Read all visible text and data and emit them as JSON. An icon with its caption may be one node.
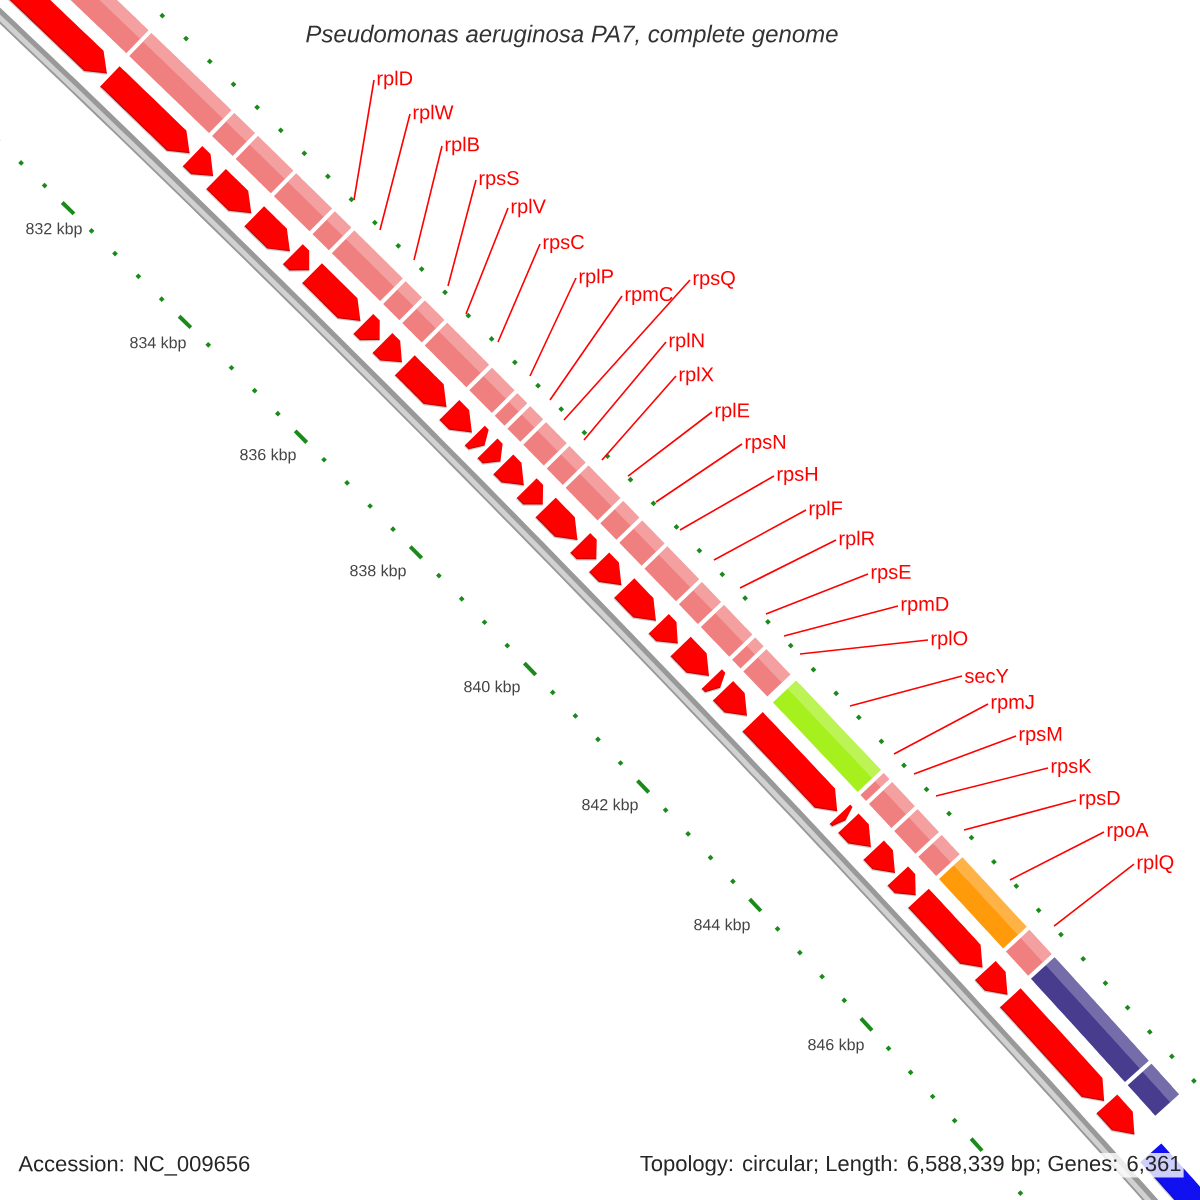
{
  "diagram": {
    "title": "Pseudomonas aeruginosa PA7, complete genome",
    "nodes": [
      {
        "text": [
          "rplD"
        ]
      },
      {
        "text": [
          "rplW"
        ]
      },
      {
        "text": [
          "rplB"
        ]
      },
      {
        "text": [
          "rpsS"
        ]
      },
      {
        "text": [
          "rplV"
        ]
      },
      {
        "text": [
          "rpsC"
        ]
      },
      {
        "text": [
          "rplP"
        ]
      },
      {
        "text": [
          "rpmC"
        ]
      },
      {
        "text": [
          "rpsQ"
        ]
      },
      {
        "text": [
          "rplN"
        ]
      },
      {
        "text": [
          "rplX"
        ]
      },
      {
        "text": [
          "rplE"
        ]
      },
      {
        "text": [
          "rpsN"
        ]
      },
      {
        "text": [
          "rpsH"
        ]
      },
      {
        "text": [
          "rplF"
        ]
      },
      {
        "text": [
          "rplR"
        ]
      },
      {
        "text": [
          "rpsE"
        ]
      },
      {
        "text": [
          "rpmD"
        ]
      },
      {
        "text": [
          "rplO"
        ]
      },
      {
        "text": [
          "secY"
        ]
      },
      {
        "text": [
          "rpmJ"
        ]
      },
      {
        "text": [
          "rpsM"
        ]
      },
      {
        "text": [
          "rpsK"
        ]
      },
      {
        "text": [
          "rpsD"
        ]
      },
      {
        "text": [
          "rpoA"
        ]
      },
      {
        "text": [
          "rplQ"
        ]
      }
    ],
    "edges": [
      {
        "from": 0,
        "to": null,
        "arrow": "none"
      },
      {
        "from": 1,
        "to": null,
        "arrow": "none"
      },
      {
        "from": 2,
        "to": null,
        "arrow": "none"
      },
      {
        "from": 3,
        "to": null,
        "arrow": "none"
      },
      {
        "from": 4,
        "to": null,
        "arrow": "none"
      },
      {
        "from": 5,
        "to": null,
        "arrow": "none"
      },
      {
        "from": 6,
        "to": null,
        "arrow": "none"
      },
      {
        "from": 7,
        "to": null,
        "arrow": "none"
      },
      {
        "from": 8,
        "to": null,
        "arrow": "none"
      },
      {
        "from": 9,
        "to": null,
        "arrow": "none"
      },
      {
        "from": 10,
        "to": null,
        "arrow": "none"
      },
      {
        "from": 11,
        "to": null,
        "arrow": "none"
      },
      {
        "from": 12,
        "to": null,
        "arrow": "none"
      },
      {
        "from": 13,
        "to": null,
        "arrow": "none"
      },
      {
        "from": 14,
        "to": null,
        "arrow": "none"
      },
      {
        "from": 15,
        "to": null,
        "arrow": "none"
      },
      {
        "from": 16,
        "to": null,
        "arrow": "none"
      },
      {
        "from": 17,
        "to": null,
        "arrow": "none"
      },
      {
        "from": 18,
        "to": null,
        "arrow": "none"
      },
      {
        "from": 19,
        "to": null,
        "arrow": "none"
      },
      {
        "from": 20,
        "to": null,
        "arrow": "none"
      },
      {
        "from": 21,
        "to": null,
        "arrow": "none"
      },
      {
        "from": 22,
        "to": null,
        "arrow": "none"
      },
      {
        "from": 23,
        "to": null,
        "arrow": "none"
      },
      {
        "from": 24,
        "to": null,
        "arrow": "none"
      },
      {
        "from": 25,
        "to": null,
        "arrow": "none"
      }
    ],
    "labels": [
      "832 kbp",
      "834 kbp",
      "836 kbp",
      "838 kbp",
      "840 kbp",
      "842 kbp",
      "844 kbp",
      "846 kbp",
      "Accession: NC_009656",
      "Topology: circular; Length: 6,588,339 bp; Genes: 6,361"
    ]
  }
}
